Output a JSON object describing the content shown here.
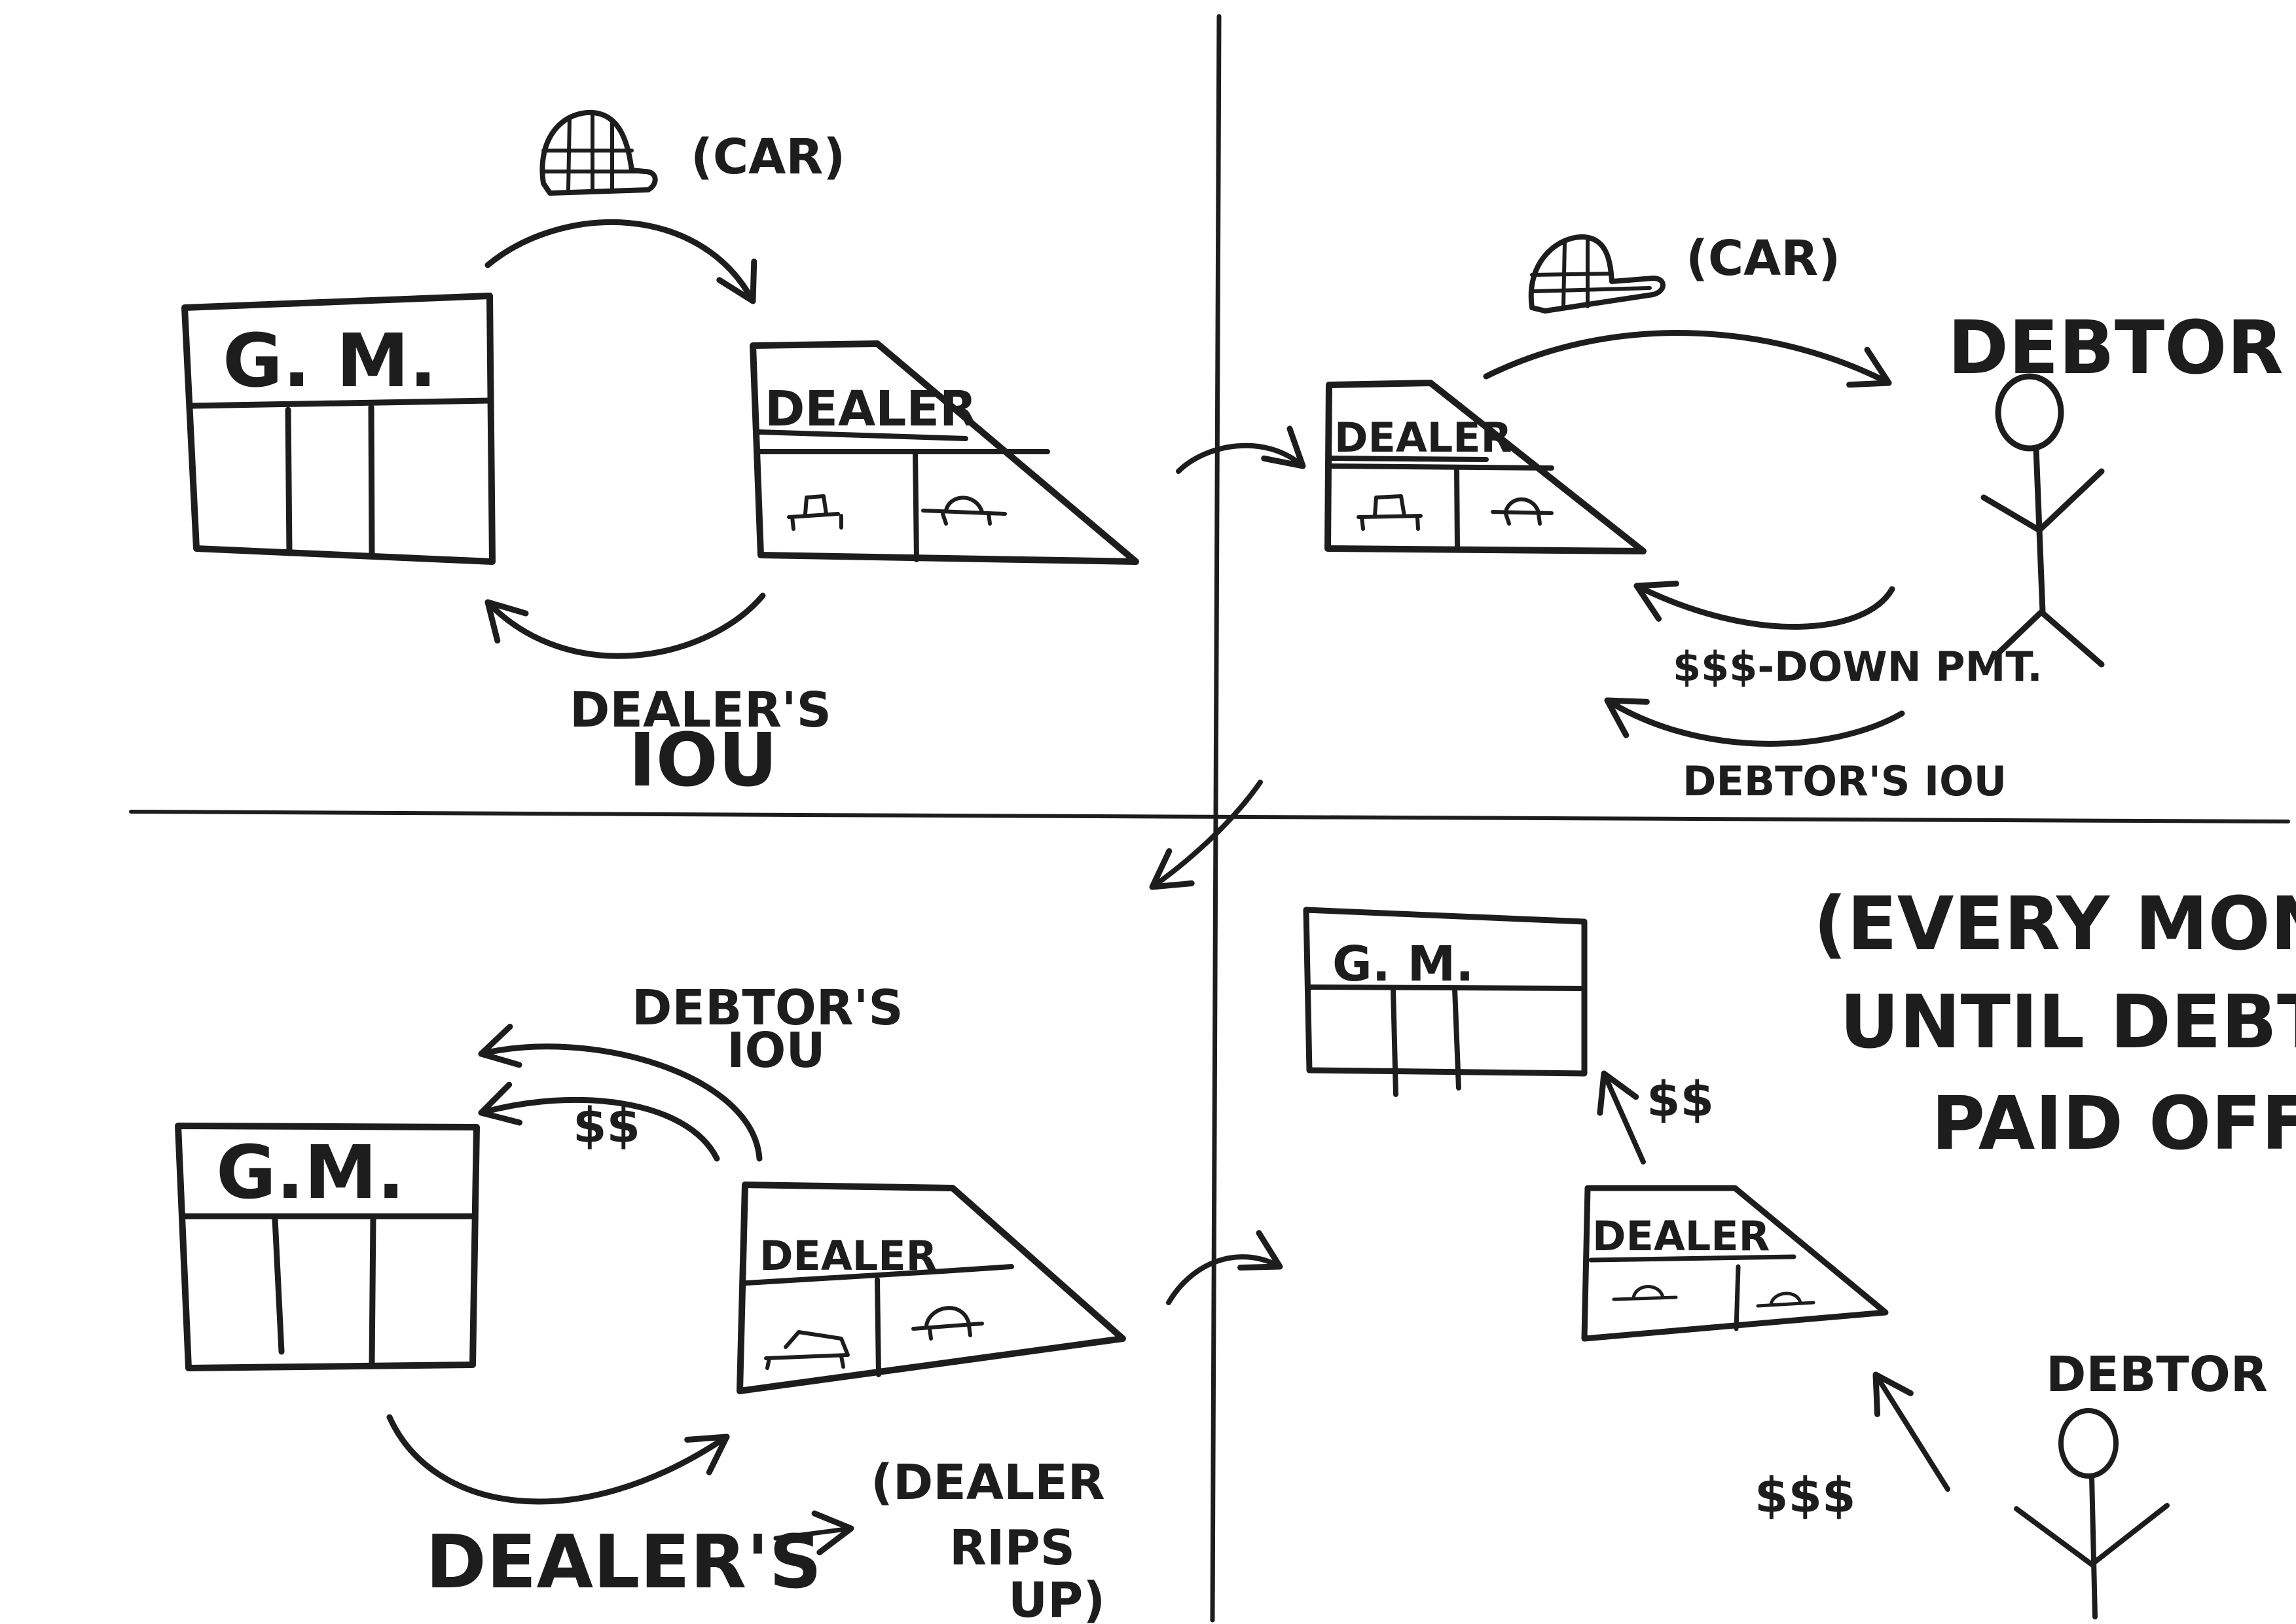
{
  "labels": {
    "gm": "G. M.",
    "gm_alt": "G.M.",
    "dealer": "DEALER",
    "car": "(CAR)",
    "debtor": "DEBTOR",
    "dealers_iou": "DEALER'S",
    "iou": "IOU",
    "down_payment": "$$$-DOWN PMT.",
    "debtors_iou": "DEBTOR'S IOU",
    "debtors": "DEBTOR'S",
    "two_dollar": "$$",
    "three_dollar": "$$$",
    "dealer_rips": "(DEALER",
    "rips": "RIPS",
    "up": "UP)",
    "every_month": "(EVERY MONTH",
    "until_debt": "UNTIL DEBT",
    "paid_off": "PAID OFF)"
  }
}
